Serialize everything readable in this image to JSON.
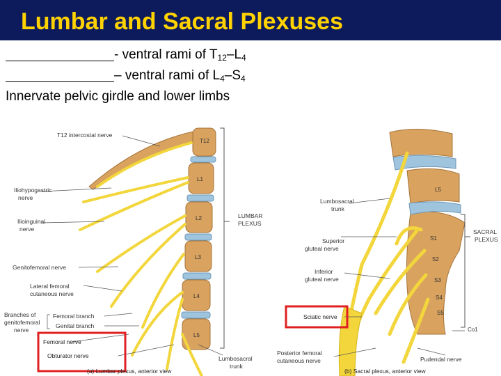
{
  "slide": {
    "title": "Lumbar and Sacral Plexuses",
    "line1": {
      "prefix": "- ventral rami of T",
      "sub1": "12",
      "mid": "–L",
      "sub2": "4"
    },
    "line2": {
      "prefix": "– ventral rami of L",
      "sub1": "4",
      "mid": "–S",
      "sub2": "4"
    },
    "line3": "Innervate pelvic girdle and lower limbs"
  },
  "figure_a": {
    "labels": {
      "t12_intercostal": "T12 intercostal nerve",
      "iliohypogastric_1": "Iliohypogastric",
      "iliohypogastric_2": "nerve",
      "ilioinguinal_1": "Ilioinguinal",
      "ilioinguinal_2": "nerve",
      "genitofemoral": "Genitofemoral nerve",
      "lat_femoral_1": "Lateral femoral",
      "lat_femoral_2": "cutaneous nerve",
      "branches_1": "Branches of",
      "branches_2": "genitofemoral",
      "branches_3": "nerve",
      "femoral_branch": "Femoral branch",
      "genital_branch": "Genital branch",
      "femoral_nerve": "Femoral nerve",
      "obturator_nerve": "Obturator nerve",
      "lumbosacral_trunk_1": "Lumbosacral",
      "lumbosacral_trunk_2": "trunk",
      "plexus_1": "LUMBAR",
      "plexus_2": "PLEXUS",
      "caption": "(a) Lumbar plexus, anterior view"
    },
    "vertebrae": [
      "T12",
      "L1",
      "L2",
      "L3",
      "L4",
      "L5"
    ]
  },
  "figure_b": {
    "labels": {
      "lumbosacral_trunk_1": "Lumbosacral",
      "lumbosacral_trunk_2": "trunk",
      "superior_gluteal_1": "Superior",
      "superior_gluteal_2": "gluteal nerve",
      "inferior_gluteal_1": "Inferior",
      "inferior_gluteal_2": "gluteal nerve",
      "sciatic": "Sciatic nerve",
      "post_femoral_1": "Posterior femoral",
      "post_femoral_2": "cutaneous nerve",
      "pudendal": "Pudendal nerve",
      "plexus_1": "SACRAL",
      "plexus_2": "PLEXUS",
      "caption": "(b) Sacral plexus, anterior view"
    },
    "vertebrae": [
      "L5",
      "S1",
      "S2",
      "S3",
      "S4",
      "S5",
      "Co1"
    ]
  },
  "colors": {
    "title_bg": "#0d1a5c",
    "title_text": "#ffd200",
    "nerve": "#f2d63c",
    "bone": "#d9a25f",
    "disc": "#9fc4de",
    "highlight": "#e02020"
  }
}
